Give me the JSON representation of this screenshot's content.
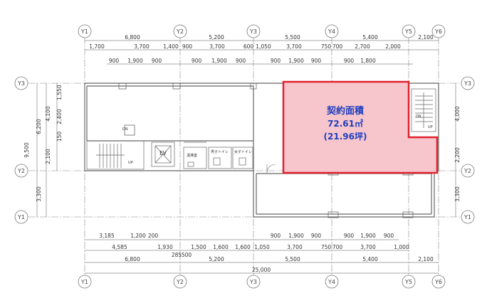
{
  "contract": {
    "title": "契約面積",
    "area_m2": "72.61㎡",
    "area_tsubo": "(21.96坪)",
    "fill_color": "#f7c6cc",
    "border_color": "#e0222e",
    "text_color": "#1f3fbf"
  },
  "axes": {
    "columns_top": [
      "Y1",
      "Y2",
      "Y3",
      "Y4",
      "Y5",
      "Y6"
    ],
    "columns_bottom": [
      "Y1",
      "Y2",
      "Y3",
      "Y4",
      "Y5",
      "Y6"
    ],
    "rows_left": [
      "Y3",
      "Y2",
      "Y1"
    ],
    "rows_right": [
      "Y3",
      "Y2",
      "Y1"
    ]
  },
  "dims": {
    "top_row1": [
      "6,800",
      "5,200",
      "5,500",
      "5,400",
      "2,100"
    ],
    "top_row2": [
      "1,700",
      "3,700",
      "1,400",
      "900",
      "3,700",
      "600",
      "1,050",
      "3,700",
      "750",
      "700",
      "2,700",
      "2,000"
    ],
    "top_row3": [
      "900",
      "1,900",
      "900",
      "900",
      "1,900",
      "900",
      "900",
      "1,900",
      "900",
      "900",
      "1,800"
    ],
    "bottom_row1": [
      "3,185",
      "1,200",
      "200",
      "900",
      "1,900",
      "900",
      "900",
      "1,900",
      "900"
    ],
    "bottom_row2": [
      "4,585",
      "1,930",
      "1,500",
      "1,600",
      "1,600",
      "1,050",
      "3,700",
      "750",
      "700",
      "3,700",
      "1,000"
    ],
    "bottom_row2b": [
      "285",
      "500"
    ],
    "bottom_row3": [
      "6,800",
      "5,200",
      "5,500",
      "5,400",
      "2,100"
    ],
    "bottom_total": "25,000",
    "left_outer": [
      "9,500"
    ],
    "left_mid": [
      "6,200",
      "3,300"
    ],
    "left_inner": [
      "1,550",
      "4,100",
      "2,400",
      "150",
      "2,100"
    ],
    "right": [
      "4,000",
      "2,200",
      "3,300"
    ]
  },
  "rooms": {
    "ev": "EV",
    "dn_left": "DN",
    "up_left": "UP",
    "dn_right": "DN",
    "up_right": "UP",
    "toilet_m": "男子トイレ",
    "toilet_f": "女子トイレ",
    "pantry": "湯沸室"
  }
}
